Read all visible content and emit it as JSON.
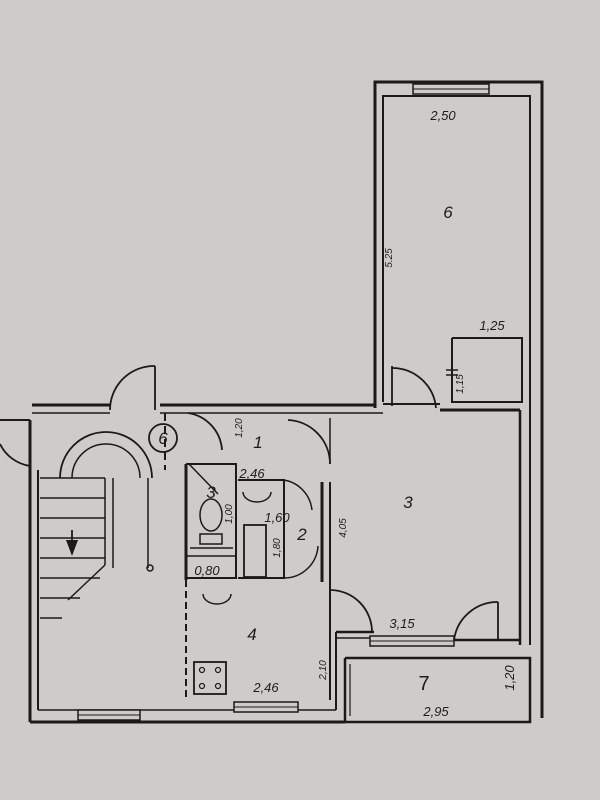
{
  "rooms": {
    "r1": "1",
    "r2": "2",
    "r3_bath": "3",
    "r3_main": "3",
    "r4": "4",
    "r6": "6",
    "r6_circle": "6",
    "r7": "7"
  },
  "dimensions": {
    "d_2_50": "2,50",
    "d_5_25": "5.25",
    "d_1_25": "1,25",
    "d_1_15": "1,15",
    "d_1_20_top": "1,20",
    "d_2_46_top": "2,46",
    "d_1_00": "1,00",
    "d_1_60": "1,60",
    "d_1_80": "1,80",
    "d_4_05": "4,05",
    "d_0_80": "0,80",
    "d_3_15": "3,15",
    "d_2_10": "2,10",
    "d_2_46_bottom": "2,46",
    "d_1_20_right": "1,20",
    "d_2_95": "2,95"
  },
  "colors": {
    "paper": "#cfcbc9",
    "line": "#1a1a1a"
  }
}
